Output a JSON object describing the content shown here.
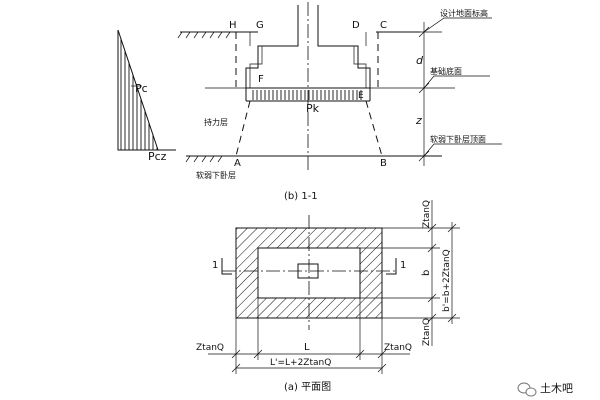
{
  "section": {
    "labels": {
      "H": "H",
      "G": "G",
      "D": "D",
      "C": "C",
      "F": "F",
      "E": "E",
      "A": "A",
      "B": "B"
    },
    "right_notes": [
      "设计地面标高",
      "基础底面",
      "软弱下卧层顶面"
    ],
    "left_notes": [
      "持力层",
      "软弱下卧层"
    ],
    "dim_d": "d",
    "dim_z": "z",
    "pk": "Pk",
    "pc": "Pc",
    "pcz": "Pcz",
    "caption": "(b) 1-1"
  },
  "plan": {
    "caption": "(a) 平面图",
    "L": "L",
    "b": "b",
    "left_ztan": "ZtanQ",
    "right_ztan": "ZtanQ",
    "top_ztan": "ZtanQ",
    "bottom_ztan": "ZtanQ",
    "b_prime": "b'=b+2ZtanQ",
    "L_prime": "L'=L+2ZtanQ",
    "section_mark_left": "1",
    "section_mark_right": "1"
  },
  "watermark": {
    "text": "土木吧",
    "icon": "wechat-icon"
  }
}
